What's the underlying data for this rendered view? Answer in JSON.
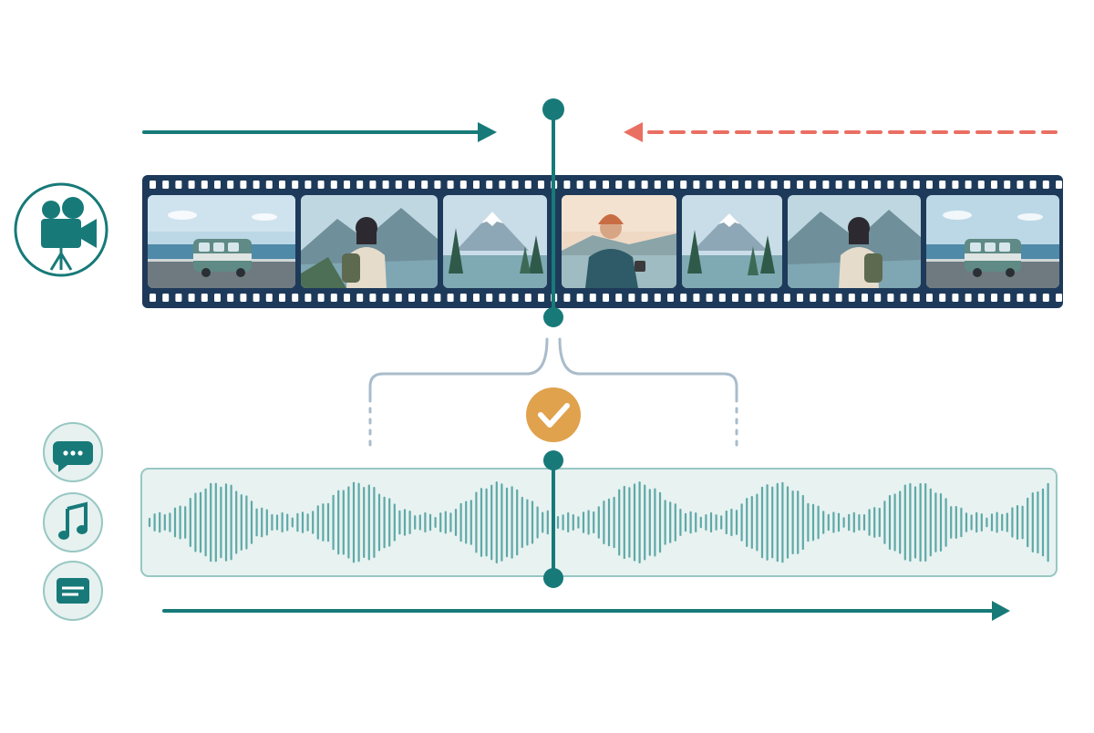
{
  "colors": {
    "teal": "#177a79",
    "teal_dark": "#12615f",
    "navy": "#1e3a5a",
    "red_dashed": "#ea6f63",
    "gold": "#e0a24c",
    "bracket": "#a9bccb",
    "wave": "#5ea9a7",
    "panel_fill": "#e7f2f1",
    "panel_stroke": "#97c7c3",
    "icon_circle_fill": "#e6f1f0"
  },
  "icons": {
    "video": "video-camera-icon",
    "speech": "speech-bubble-icon",
    "music": "music-note-icon",
    "subtitle": "subtitles-icon",
    "check": "checkmark-icon"
  },
  "frames": [
    {
      "scene": "van-on-coastal-road"
    },
    {
      "scene": "person-with-backpack-mountains"
    },
    {
      "scene": "snowy-peak-pine-forest-lake"
    },
    {
      "scene": "person-in-beanie-holding-mug-by-lake"
    },
    {
      "scene": "snowy-peak-pine-forest-lake"
    },
    {
      "scene": "person-with-backpack-mountains"
    },
    {
      "scene": "van-on-coastal-road"
    }
  ],
  "sync_status": "aligned"
}
